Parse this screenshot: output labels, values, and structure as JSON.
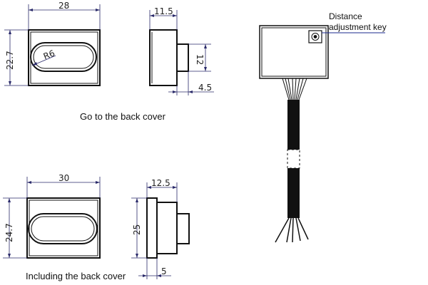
{
  "captions": {
    "top": "Go to the back cover",
    "bottom": "Including the back cover"
  },
  "callout": {
    "line1": "Distance",
    "line2": "adjustment key"
  },
  "dimensions": {
    "top_front_width": "28",
    "top_front_height": "22.7",
    "top_front_radius": "R6",
    "top_side_depth": "11.5",
    "top_side_boss_height": "12",
    "top_side_boss_depth": "4.5",
    "bottom_front_width": "30",
    "bottom_front_height": "24.7",
    "bottom_side_depth": "12.5",
    "bottom_side_height": "25",
    "bottom_side_boss_depth": "5"
  },
  "colors": {
    "line": "#111111",
    "dimension_line": "#2a2a6a",
    "callout_line": "#1b2a8c"
  }
}
